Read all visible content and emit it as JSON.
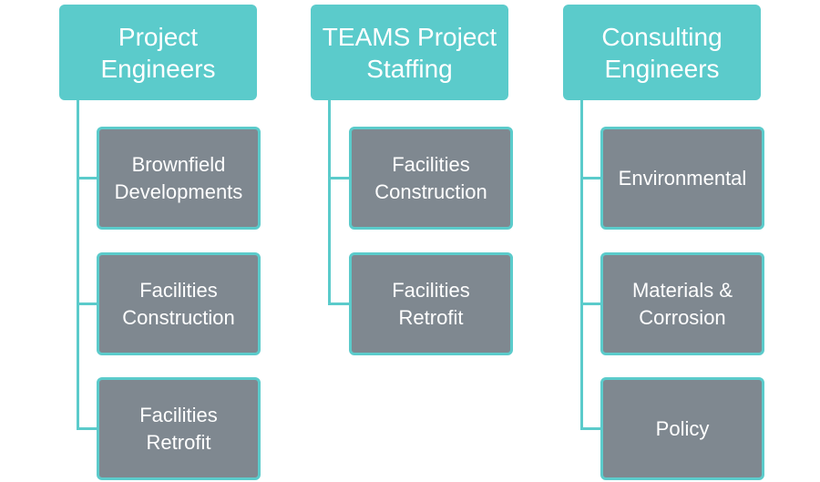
{
  "colors": {
    "header_fill": "#5bcbcb",
    "child_fill": "#7f8890",
    "connector": "#5bcbcb",
    "text": "#ffffff"
  },
  "columns": [
    {
      "title_lines": [
        "Project",
        "Engineers"
      ],
      "children": [
        {
          "lines": [
            "Brownfield",
            "Developments"
          ]
        },
        {
          "lines": [
            "Facilities",
            "Construction"
          ]
        },
        {
          "lines": [
            "Facilities",
            "Retrofit"
          ]
        }
      ]
    },
    {
      "title_lines": [
        "TEAMS Project",
        "Staffing"
      ],
      "children": [
        {
          "lines": [
            "Facilities",
            "Construction"
          ]
        },
        {
          "lines": [
            "Facilities",
            "Retrofit"
          ]
        }
      ]
    },
    {
      "title_lines": [
        "Consulting",
        "Engineers"
      ],
      "children": [
        {
          "lines": [
            "Environmental"
          ]
        },
        {
          "lines": [
            "Materials &",
            "Corrosion"
          ]
        },
        {
          "lines": [
            "Policy"
          ]
        }
      ]
    }
  ]
}
